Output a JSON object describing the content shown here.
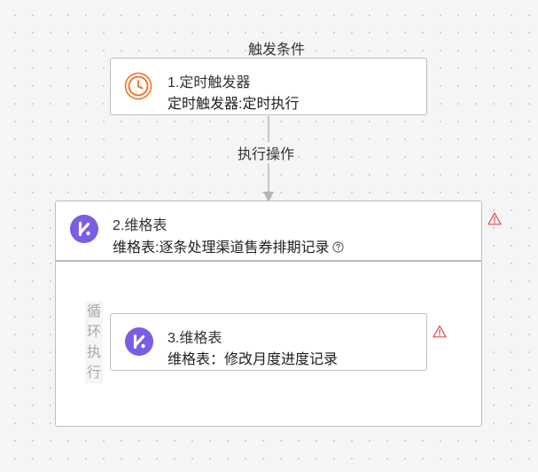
{
  "trigger_section": {
    "heading": "触发条件"
  },
  "trigger_node": {
    "title": "1.定时触发器",
    "subtitle": "定时触发器:定时执行",
    "icon": "clock-icon",
    "accent": "#f26b1d"
  },
  "action_section": {
    "heading": "执行操作"
  },
  "loop_node": {
    "title": "2.维格表",
    "subtitle": "维格表:逐条处理渠道售券排期记录",
    "icon": "vika-icon",
    "help_icon": "question-circle-icon",
    "warning_icon": "warning-triangle-icon",
    "accent": "#7b5ce6",
    "loop_label_chars": [
      "循",
      "环",
      "执",
      "行"
    ]
  },
  "inner_node": {
    "title": "3.维格表",
    "subtitle": "维格表：修改月度进度记录",
    "icon": "vika-icon",
    "warning_icon": "warning-triangle-icon",
    "accent": "#7b5ce6"
  },
  "colors": {
    "warning": "#e5484d",
    "border": "#bdbdbd",
    "connector": "#b5b5b5",
    "canvas": "#f5f5f5"
  }
}
